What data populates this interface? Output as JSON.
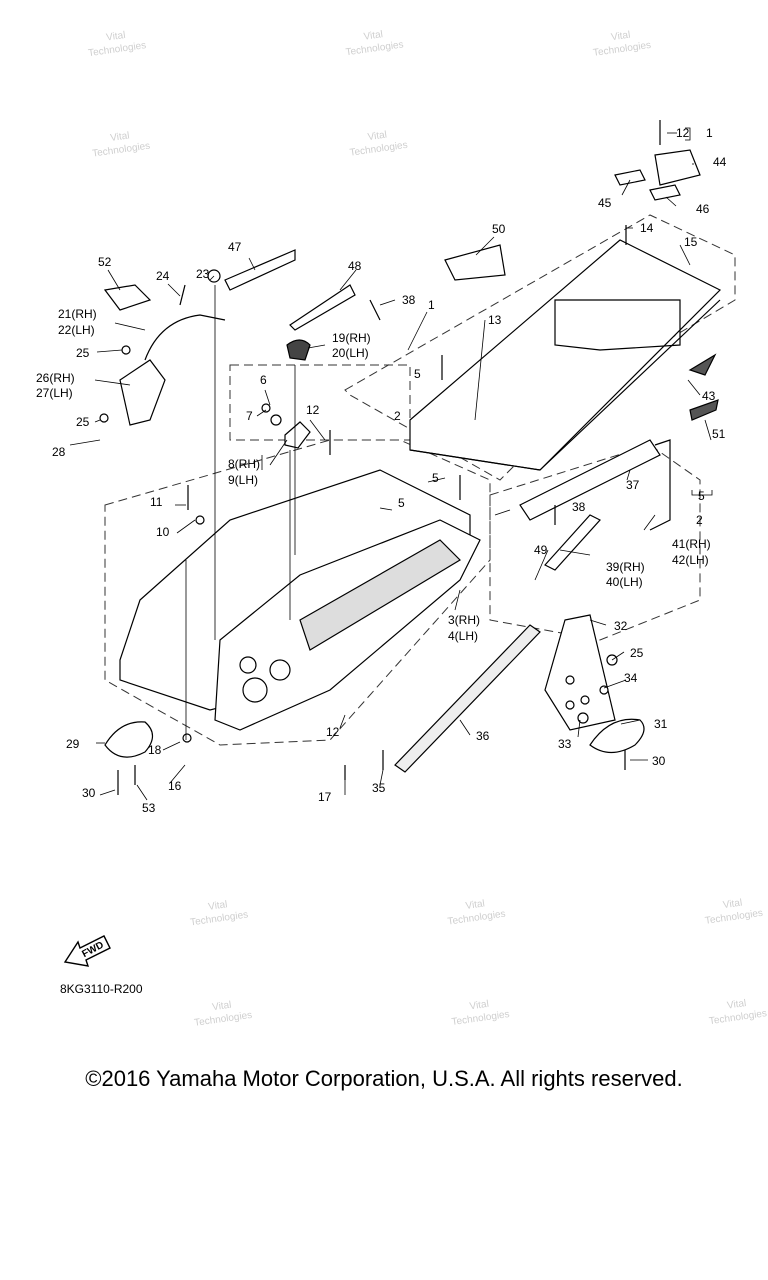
{
  "watermark": {
    "line1": "Vital",
    "line2": "Technologies"
  },
  "callouts": {
    "c1": "1",
    "c2": "2",
    "c2b": "2",
    "c3": "3(RH)",
    "c4": "4(LH)",
    "c5a": "5",
    "c5b": "5",
    "c5c": "5",
    "c5d": "5",
    "c6": "6",
    "c7": "7",
    "c8": "8(RH)",
    "c9": "9(LH)",
    "c10": "10",
    "c11": "11",
    "c12a": "12",
    "c12b": "12",
    "c12c": "12",
    "c13": "13",
    "c14": "14",
    "c15": "15",
    "c16": "16",
    "c17": "17",
    "c18": "18",
    "c19": "19(RH)",
    "c20": "20(LH)",
    "c21": "21(RH)",
    "c22": "22(LH)",
    "c23": "23",
    "c24": "24",
    "c25a": "25",
    "c25b": "25",
    "c25c": "25",
    "c26": "26(RH)",
    "c27": "27(LH)",
    "c28": "28",
    "c29": "29",
    "c30a": "30",
    "c30b": "30",
    "c31": "31",
    "c32": "32",
    "c33": "33",
    "c34": "34",
    "c35": "35",
    "c36": "36",
    "c37": "37",
    "c38a": "38",
    "c38b": "38",
    "c39": "39(RH)",
    "c40": "40(LH)",
    "c41": "41(RH)",
    "c42": "42(LH)",
    "c43": "43",
    "c44": "44",
    "c45": "45",
    "c46": "46",
    "c47": "47",
    "c48": "48",
    "c49": "49",
    "c50": "50",
    "c51": "51",
    "c52": "52",
    "c53": "53"
  },
  "fwd_label": "FWD",
  "diagram_code": "8KG3110-R200",
  "copyright": "©2016 Yamaha Motor Corporation, U.S.A. All rights reserved."
}
